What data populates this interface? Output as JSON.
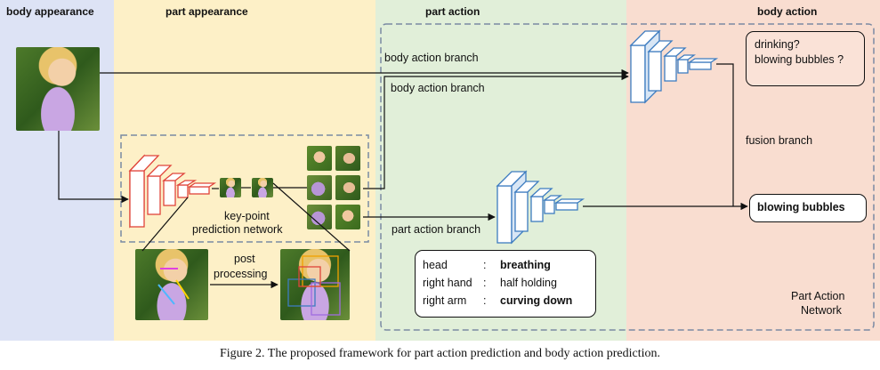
{
  "columns": {
    "body_appearance": "body appearance",
    "part_appearance": "part appearance",
    "part_action": "part action",
    "body_action": "body action"
  },
  "colors": {
    "body_appearance_bg": "#dde3f5",
    "part_appearance_bg": "#fdf0c7",
    "part_action_bg": "#e1efd9",
    "body_action_bg": "#f9ddd0",
    "red_network": "#e0443a",
    "blue_network": "#3d7cc0",
    "dashed_border": "#7a8aa3"
  },
  "labels": {
    "body_action_branch_1": "body action branch",
    "body_action_branch_2": "body action branch",
    "fusion_branch": "fusion branch",
    "part_action_branch": "part action branch",
    "keypoint_network_line1": "key-point",
    "keypoint_network_line2": "prediction network",
    "post_processing_line1": "post",
    "post_processing_line2": "processing",
    "part_action_network_line1": "Part Action",
    "part_action_network_line2": "Network"
  },
  "question_box": {
    "line1": "drinking?",
    "line2": "blowing bubbles ?"
  },
  "result_box": {
    "label": "blowing bubbles"
  },
  "part_actions": [
    {
      "part": "head",
      "sep": ":",
      "action": "breathing",
      "bold": true
    },
    {
      "part": "right hand",
      "sep": ":",
      "action": "half holding",
      "bold": false
    },
    {
      "part": "right arm",
      "sep": ":",
      "action": "curving down",
      "bold": true
    }
  ],
  "icons": {
    "red_cnn": "cnn-stack-icon",
    "blue_cnn": "cnn-stack-icon"
  },
  "caption": "Figure 2. The proposed framework for part action prediction and body action prediction."
}
